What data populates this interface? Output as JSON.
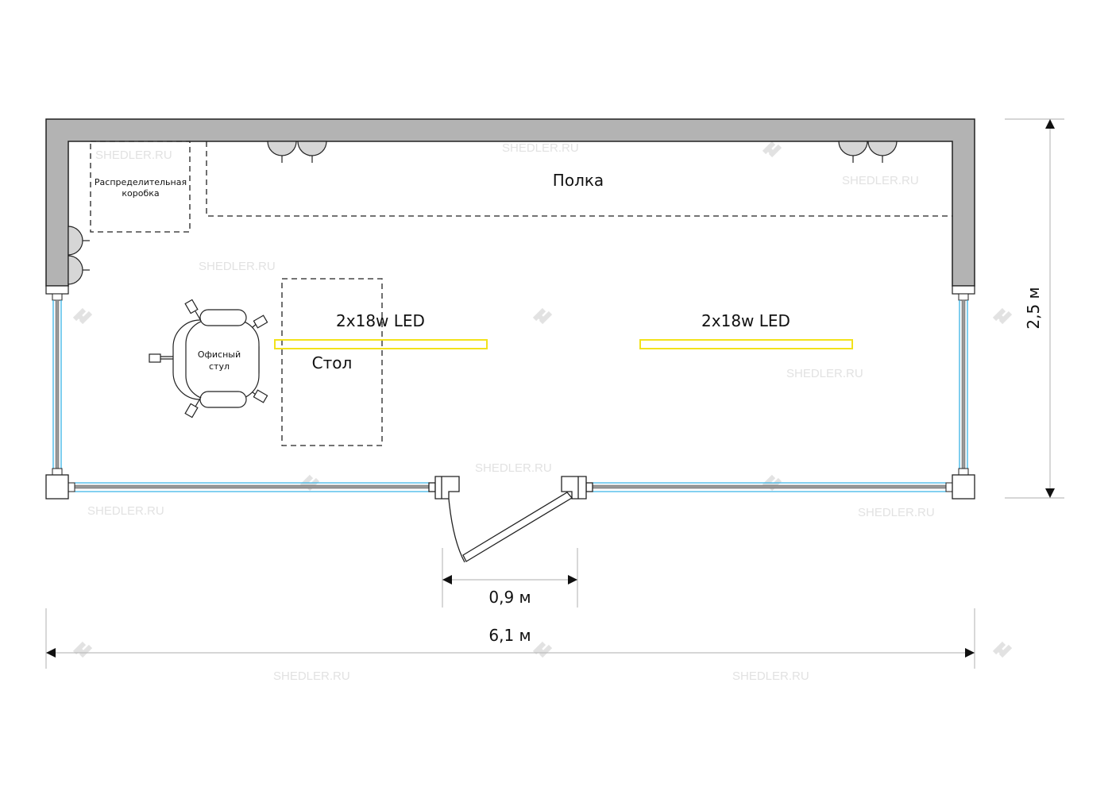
{
  "labels": {
    "junction_box_line1": "Распределительная",
    "junction_box_line2": "коробка",
    "shelf": "Полка",
    "led_left": "2x18w LED",
    "led_right": "2x18w LED",
    "table": "Стол",
    "chair_line1": "Офисный",
    "chair_line2": "стул"
  },
  "dimensions": {
    "height": "2,5 м",
    "door_width": "0,9 м",
    "total_width": "6,1 м"
  },
  "watermark": "SHEDLER.RU",
  "colors": {
    "wall": "#b3b3b3",
    "glass": "#3ab4e6",
    "led": "#f2e21c",
    "dim_line": "#bdbdbd"
  }
}
